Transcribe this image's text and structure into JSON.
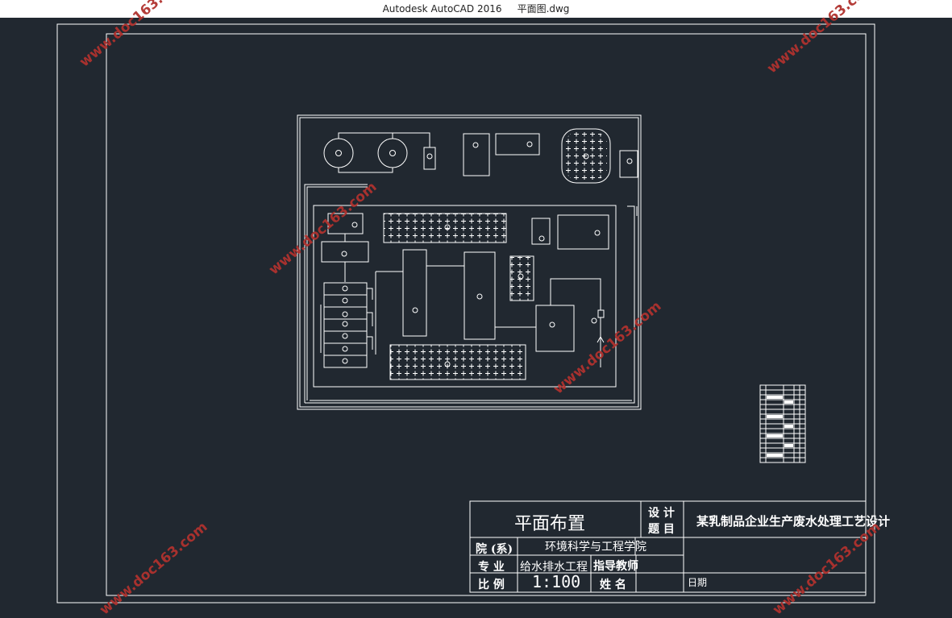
{
  "app": {
    "title": "Autodesk AutoCAD 2016",
    "filename": "平面图.dwg"
  },
  "title_block": {
    "drawing_title": "平面布置",
    "design_topic_label": "设计题目",
    "design_topic_label_line1": "设 计",
    "design_topic_label_line2": "题 目",
    "design_topic": "某乳制品企业生产废水处理工艺设计",
    "department_label": "院 (系)",
    "department": "环境科学与工程学院",
    "major_label": "专  业",
    "major": "给水排水工程",
    "advisor_label": "指导教师",
    "scale_label": "比  例",
    "scale": "1:100",
    "name_label": "姓  名",
    "date_label": "日期"
  },
  "watermark": {
    "text": "www.doc163.com",
    "color": "#b0322e"
  },
  "colors": {
    "background": "#212830",
    "lines": "#ffffff"
  }
}
